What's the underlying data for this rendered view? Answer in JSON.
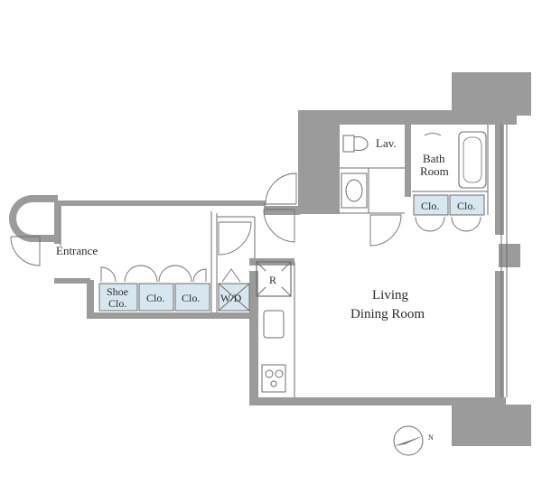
{
  "floorplan": {
    "rooms": {
      "entrance": "Entrance",
      "lavatory": "Lav.",
      "bath_line1": "Bath",
      "bath_line2": "Room",
      "living_line1": "Living",
      "living_line2": "Dining Room"
    },
    "closets": {
      "shoe_line1": "Shoe",
      "shoe_line2": "Clo.",
      "clo": "Clo.",
      "washer_dryer": "W/D"
    },
    "fixtures": {
      "refrigerator": "R"
    },
    "compass": {
      "north_label": "N"
    },
    "colors": {
      "wall": "#9b9b9b",
      "storage_fill": "#d7e7ef",
      "line": "#6e6e6e"
    }
  }
}
